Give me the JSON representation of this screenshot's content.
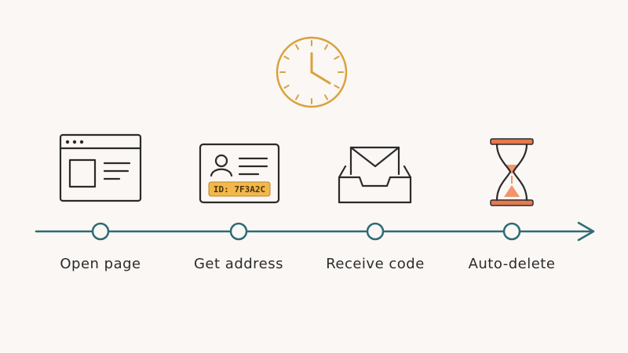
{
  "steps": [
    {
      "label": "Open page",
      "icon": "browser-window-icon"
    },
    {
      "label": "Get address",
      "icon": "id-card-icon",
      "badge": "ID: 7F3A2C"
    },
    {
      "label": "Receive code",
      "icon": "inbox-envelope-icon"
    },
    {
      "label": "Auto-delete",
      "icon": "hourglass-icon"
    }
  ],
  "header_icon": "clock-icon",
  "colors": {
    "timeline": "#2e6b73",
    "clock": "#d9a23c",
    "badge": "#f2b84b",
    "ink": "#2b2b2b",
    "hourglass_sand": "#f2956b",
    "hourglass_cap": "#e6794e"
  }
}
